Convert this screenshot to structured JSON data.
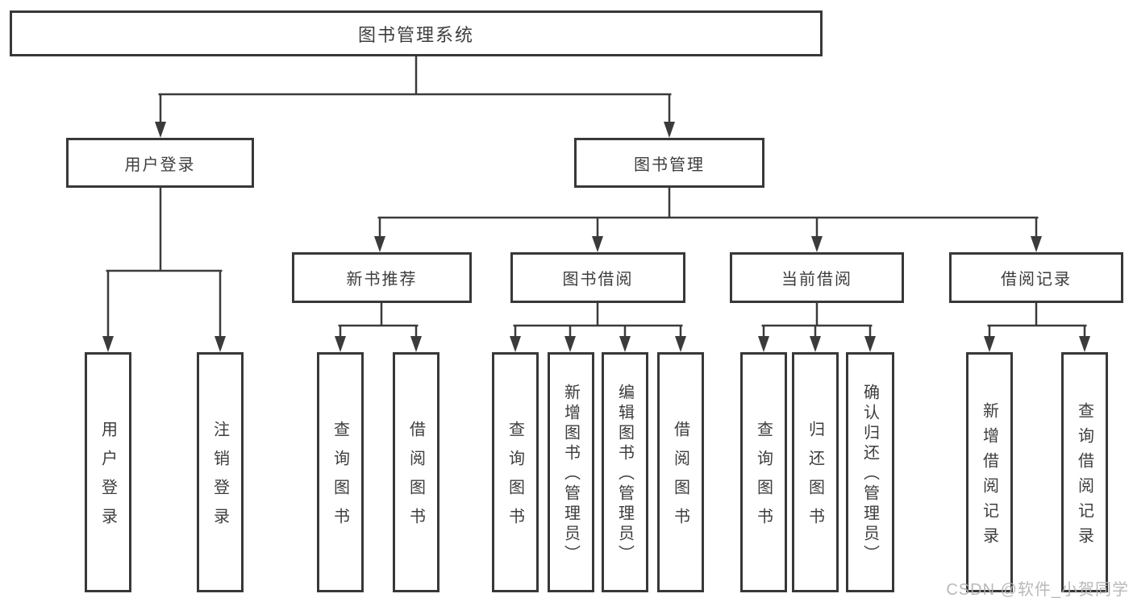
{
  "diagram": {
    "root": "图书管理系统",
    "level2": {
      "user_login": "用户登录",
      "book_management": "图书管理"
    },
    "level3": {
      "new_book_recommend": "新书推荐",
      "book_borrowing": "图书借阅",
      "current_borrowing": "当前借阅",
      "borrowing_records": "借阅记录"
    },
    "leaves": {
      "user_login": [
        "用户登录",
        "注销登录"
      ],
      "new_book_recommend": [
        "查询图书",
        "借阅图书"
      ],
      "book_borrowing": [
        "查询图书",
        "新增图书（管理员）",
        "编辑图书（管理员）",
        "借阅图书"
      ],
      "current_borrowing": [
        "查询图书",
        "归还图书",
        "确认归还（管理员）"
      ],
      "borrowing_records": [
        "新增借阅记录",
        "查询借阅记录"
      ]
    }
  },
  "watermark": "CSDN @软件_小贺同学",
  "colors": {
    "line": "#3b3b3b",
    "border": "#383838",
    "text": "#3d3d3d",
    "watermark": "#b2b2b2",
    "background": "#ffffff"
  }
}
